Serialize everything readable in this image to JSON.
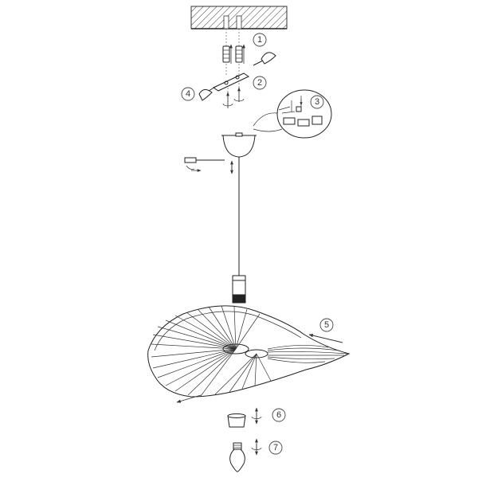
{
  "steps": [
    {
      "label": "1"
    },
    {
      "label": "2"
    },
    {
      "label": "3"
    },
    {
      "label": "4"
    },
    {
      "label": "5"
    },
    {
      "label": "6"
    },
    {
      "label": "7"
    }
  ]
}
